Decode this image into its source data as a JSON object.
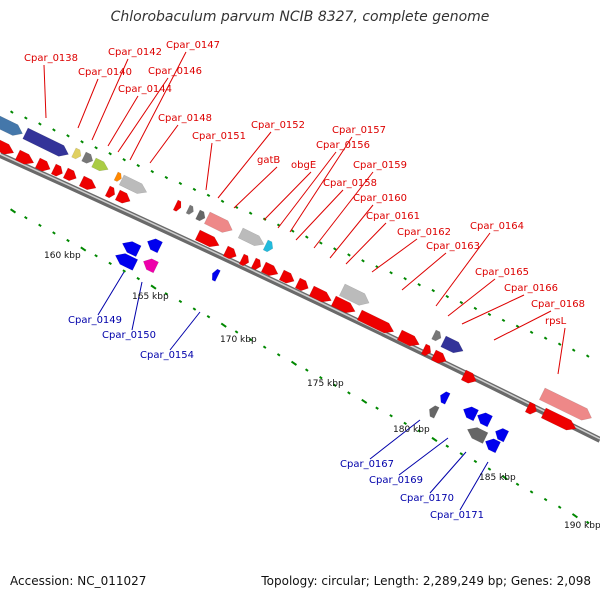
{
  "title": "Chlorobaculum parvum NCIB 8327, complete genome",
  "footer": {
    "accession": "Accession: NC_011027",
    "topology": "Topology: circular; Length: 2,289,249 bp; Genes: 2,098"
  },
  "colors": {
    "forward": "#ee0000",
    "reverse": "#0000ee",
    "backbone": "#888888",
    "tick": "#008800",
    "label_forward": "#dd0000",
    "label_reverse": "#0000aa"
  },
  "scale_labels": [
    "160 kbp",
    "165 kbp",
    "170 kbp",
    "175 kbp",
    "180 kbp",
    "185 kbp",
    "190 kbp"
  ],
  "forward_gene_labels": [
    "Cpar_0138",
    "Cpar_0140",
    "Cpar_0142",
    "Cpar_0144",
    "Cpar_0146",
    "Cpar_0147",
    "Cpar_0148",
    "Cpar_0151",
    "Cpar_0152",
    "gatB",
    "obgE",
    "Cpar_0156",
    "Cpar_0157",
    "Cpar_0158",
    "Cpar_0159",
    "Cpar_0160",
    "Cpar_0161",
    "Cpar_0162",
    "Cpar_0163",
    "Cpar_0164",
    "Cpar_0165",
    "Cpar_0166",
    "Cpar_0168",
    "rpsL"
  ],
  "reverse_gene_labels": [
    "Cpar_0149",
    "Cpar_0150",
    "Cpar_0154",
    "Cpar_0167",
    "Cpar_0169",
    "Cpar_0170",
    "Cpar_0171"
  ]
}
